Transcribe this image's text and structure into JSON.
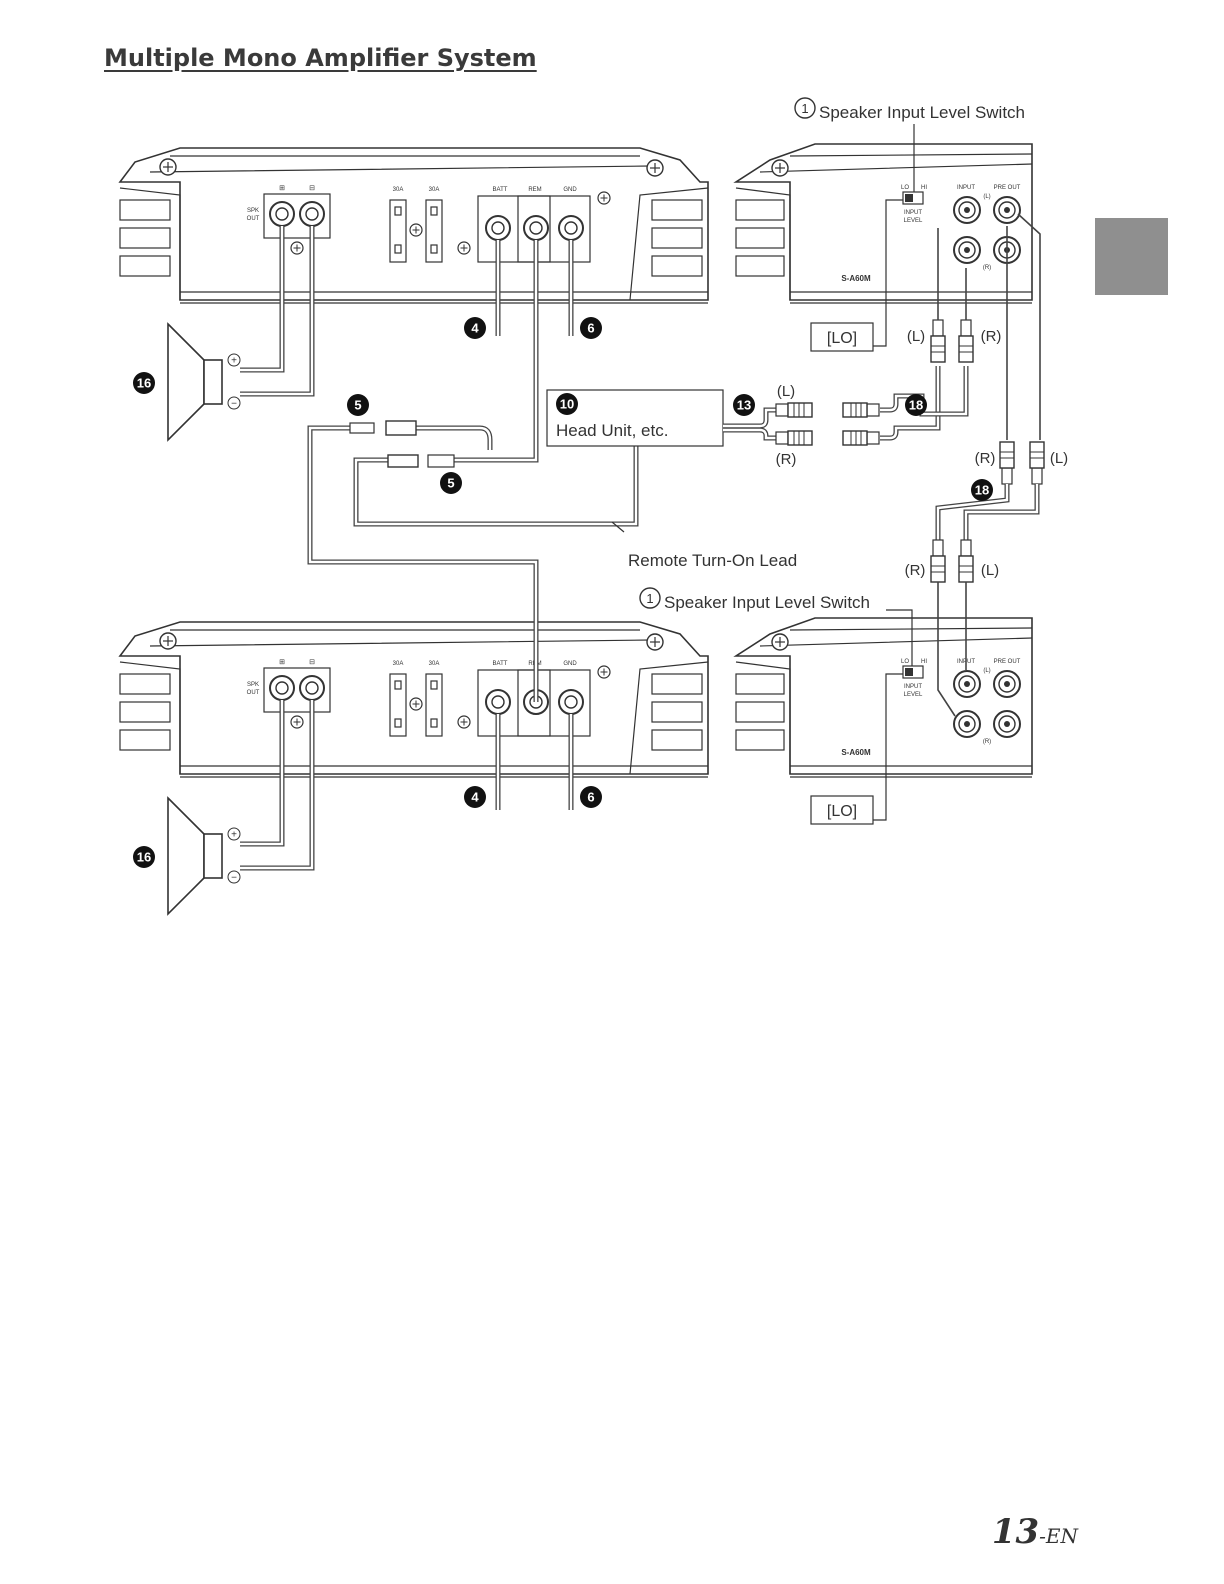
{
  "page": {
    "title": "Multiple Mono Amplifier System",
    "page_number": "13",
    "page_suffix": "-EN"
  },
  "labels": {
    "speaker_input_level_switch": "Speaker Input Level Switch",
    "callout_1": "1",
    "head_unit": "Head Unit, etc.",
    "remote_turn_on_lead": "Remote Turn-On Lead",
    "lo": "[LO]",
    "left": "(L)",
    "right": "(R)"
  },
  "amp_panel": {
    "spk_out": [
      "SPK",
      "OUT"
    ],
    "fuse_1": "30A",
    "fuse_2": "30A",
    "batt": "BATT",
    "rem": "REM",
    "gnd": "GND",
    "plus": "⊞",
    "minus": "⊟"
  },
  "sub_panel": {
    "lo": "LO",
    "hi": "HI",
    "input_level": [
      "INPUT",
      "LEVEL"
    ],
    "input": "INPUT",
    "pre_out": "PRE OUT",
    "l_small": "(L)",
    "r_small": "(R)",
    "model": "S-A60M"
  },
  "callouts": {
    "c4": "4",
    "c5": "5",
    "c6": "6",
    "c10": "10",
    "c13": "13",
    "c16": "16",
    "c18": "18"
  },
  "speaker": {
    "plus": "+",
    "minus": "−"
  }
}
